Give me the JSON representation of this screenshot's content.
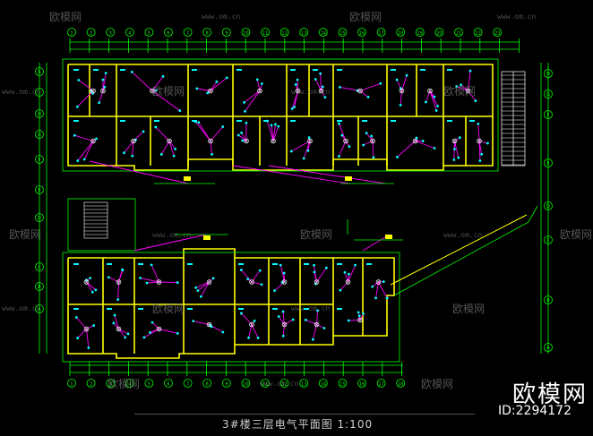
{
  "drawing": {
    "title": "3#楼三层电气平面图  1:100",
    "brand": {
      "name": "欧模网",
      "id": "ID:2294172"
    },
    "watermark": {
      "text": "欧模网",
      "url": "www.om.cn"
    },
    "grid": {
      "top_axis_labels": [
        "1",
        "2",
        "3",
        "4",
        "5",
        "6",
        "7",
        "8",
        "9",
        "10",
        "11",
        "12",
        "13",
        "14",
        "15",
        "16",
        "17",
        "18",
        "19",
        "20",
        "21",
        "22",
        "23"
      ],
      "left_axis_labels": [
        "K",
        "J",
        "H",
        "G",
        "F",
        "E",
        "D",
        "C",
        "B",
        "A"
      ],
      "right_axis_labels": [
        "H",
        "G",
        "F",
        "E",
        "D",
        "C",
        "B",
        "A"
      ]
    },
    "colors": {
      "background": "#000000",
      "wall": "#ffff00",
      "wiring": "#ff00ff",
      "dimension": "#00ff00",
      "axis": "#00ff00",
      "fixture": "#00ffff",
      "text": "#ffffff",
      "stair": "#ffffff"
    }
  }
}
